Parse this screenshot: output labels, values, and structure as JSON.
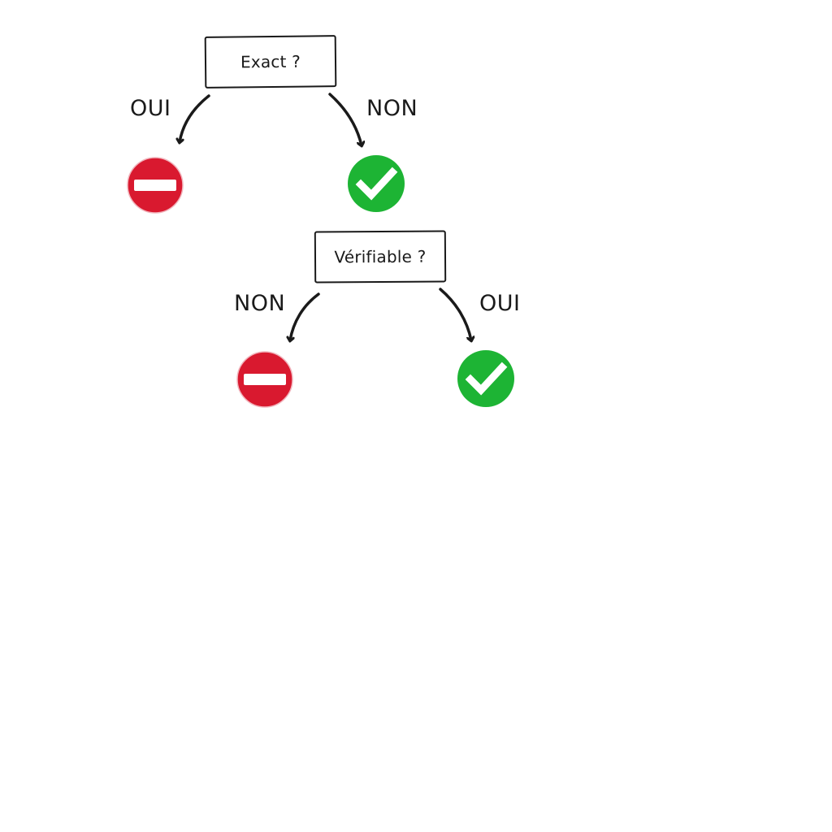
{
  "diagram": {
    "nodes": [
      {
        "id": "q1",
        "text": "Exact ?"
      },
      {
        "id": "q2",
        "text": "Vérifiable ?"
      }
    ],
    "edges": [
      {
        "from": "q1",
        "label": "OUI",
        "outcome": "no-entry-icon"
      },
      {
        "from": "q1",
        "label": "NON",
        "outcome": "check-icon"
      },
      {
        "from": "q2",
        "label": "NON",
        "outcome": "no-entry-icon"
      },
      {
        "from": "q2",
        "label": "OUI",
        "outcome": "check-icon"
      }
    ]
  },
  "colors": {
    "stroke": "#1a1a1a",
    "reject": "#d9192f",
    "accept": "#1db434",
    "icon_mark": "#ffffff"
  }
}
